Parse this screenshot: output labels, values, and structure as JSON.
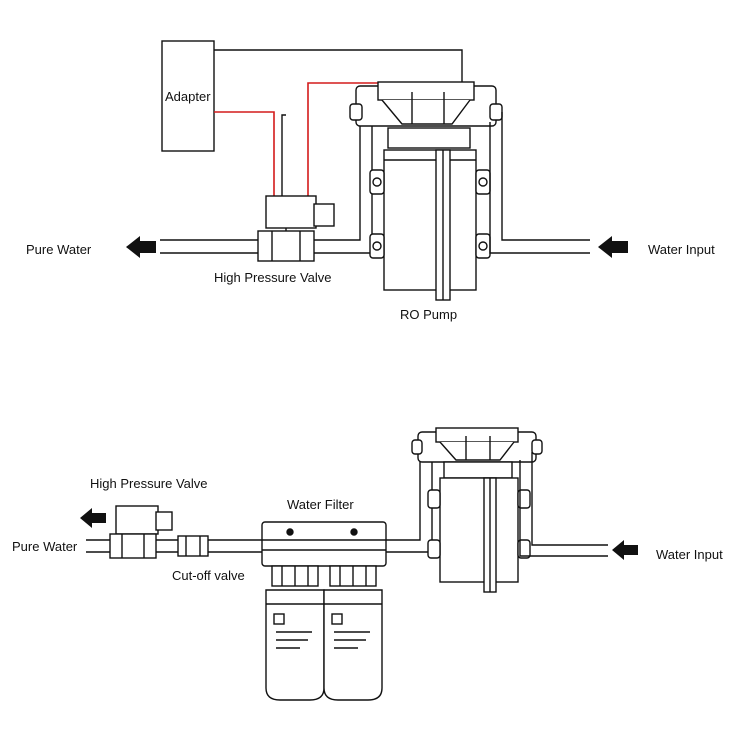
{
  "diagram_top": {
    "adapter": "Adapter",
    "pure_water": "Pure Water",
    "high_pressure_valve": "High Pressure Valve",
    "ro_pump": "RO Pump",
    "water_input": "Water Input"
  },
  "diagram_bottom": {
    "high_pressure_valve": "High Pressure Valve",
    "water_filter": "Water Filter",
    "pure_water": "Pure Water",
    "cutoff_valve": "Cut-off valve",
    "water_input": "Water Input"
  },
  "colors": {
    "line": "#111111",
    "wire_red": "#d41c1c",
    "background": "#ffffff"
  }
}
